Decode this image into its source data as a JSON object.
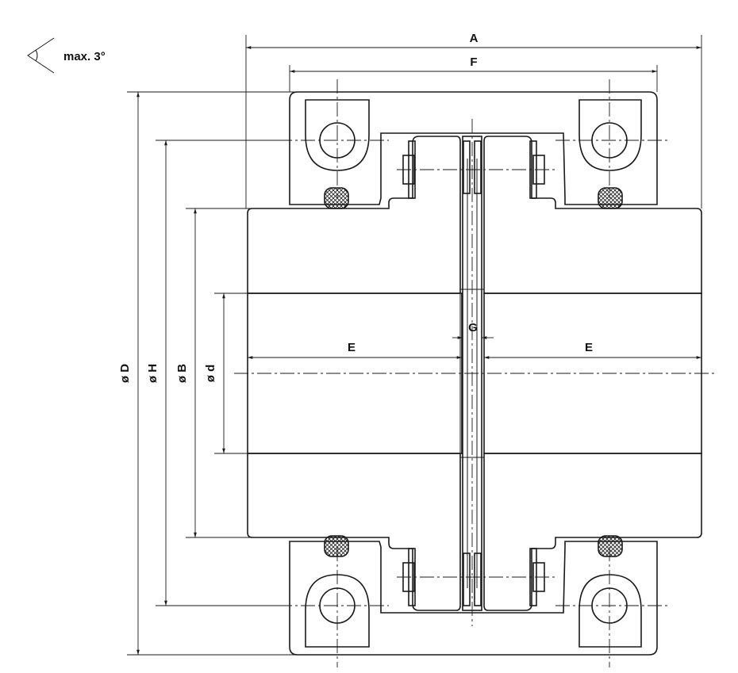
{
  "angle_note": "max. 3°",
  "dimensions": {
    "A": "A",
    "F": "F",
    "G": "G",
    "E_left": "E",
    "E_right": "E",
    "D": "ø D",
    "H": "ø H",
    "B": "ø B",
    "d": "ø d"
  },
  "colors": {
    "line": "#1a1a1a",
    "background": "#ffffff"
  }
}
